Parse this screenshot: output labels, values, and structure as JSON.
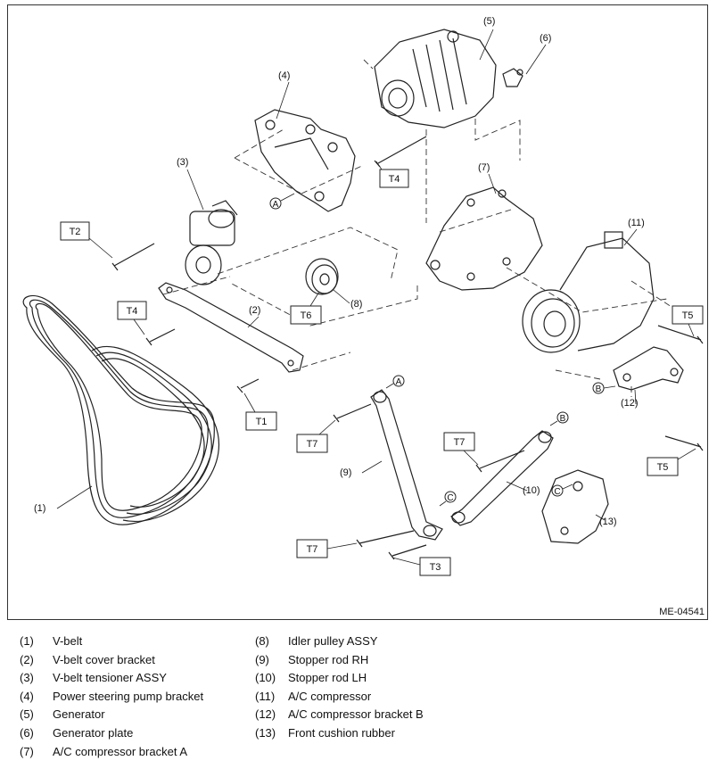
{
  "diagram": {
    "id": "ME-04541",
    "callouts": [
      "(1)",
      "(2)",
      "(3)",
      "(4)",
      "(5)",
      "(6)",
      "(7)",
      "(8)",
      "(9)",
      "(10)",
      "(11)",
      "(12)",
      "(13)"
    ],
    "torque_tags": [
      "T1",
      "T2",
      "T3",
      "T4",
      "T5",
      "T6",
      "T7"
    ],
    "connection_marks": [
      "A",
      "B",
      "C"
    ]
  },
  "legend": {
    "col1": [
      {
        "num": "(1)",
        "label": "V-belt"
      },
      {
        "num": "(2)",
        "label": "V-belt cover bracket"
      },
      {
        "num": "(3)",
        "label": "V-belt tensioner ASSY"
      },
      {
        "num": "(4)",
        "label": "Power steering pump bracket"
      },
      {
        "num": "(5)",
        "label": "Generator"
      },
      {
        "num": "(6)",
        "label": "Generator plate"
      },
      {
        "num": "(7)",
        "label": "A/C compressor bracket A"
      }
    ],
    "col2": [
      {
        "num": "(8)",
        "label": "Idler pulley ASSY"
      },
      {
        "num": "(9)",
        "label": "Stopper rod RH"
      },
      {
        "num": "(10)",
        "label": "Stopper rod LH"
      },
      {
        "num": "(11)",
        "label": "A/C compressor"
      },
      {
        "num": "(12)",
        "label": "A/C compressor bracket B"
      },
      {
        "num": "(13)",
        "label": "Front cushion rubber"
      }
    ]
  }
}
